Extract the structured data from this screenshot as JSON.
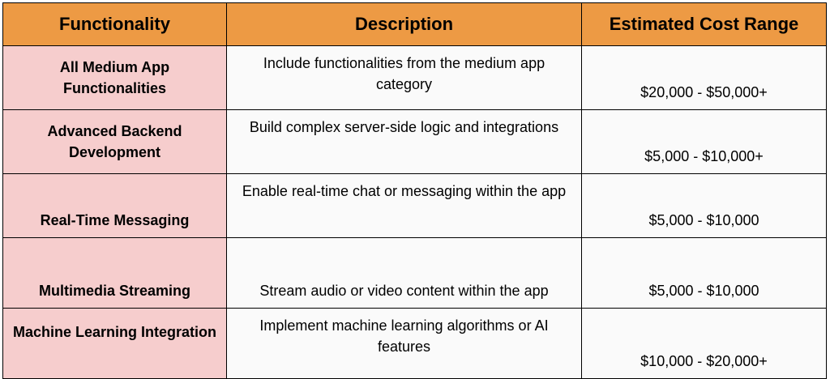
{
  "table": {
    "headers": [
      "Functionality",
      "Description",
      "Estimated Cost Range"
    ],
    "rows": [
      {
        "functionality": "All Medium App Functionalities",
        "description": "Include functionalities from the medium app category",
        "cost": "$20,000 - $50,000+"
      },
      {
        "functionality": "Advanced Backend Development",
        "description": "Build complex server-side logic and integrations",
        "cost": "$5,000 - $10,000+"
      },
      {
        "functionality": "Real-Time Messaging",
        "description": "Enable real-time chat or messaging within the app",
        "cost": "$5,000 - $10,000"
      },
      {
        "functionality": "Multimedia Streaming",
        "description": "Stream audio or video content within the app",
        "cost": "$5,000 - $10,000"
      },
      {
        "functionality": "Machine Learning Integration",
        "description": "Implement machine learning algorithms or AI features",
        "cost": "$10,000 - $20,000+"
      }
    ]
  },
  "colors": {
    "header_bg": "#ed9a44",
    "functionality_bg": "#f6cdcd",
    "cell_bg": "#fafafa",
    "border": "#000000"
  }
}
